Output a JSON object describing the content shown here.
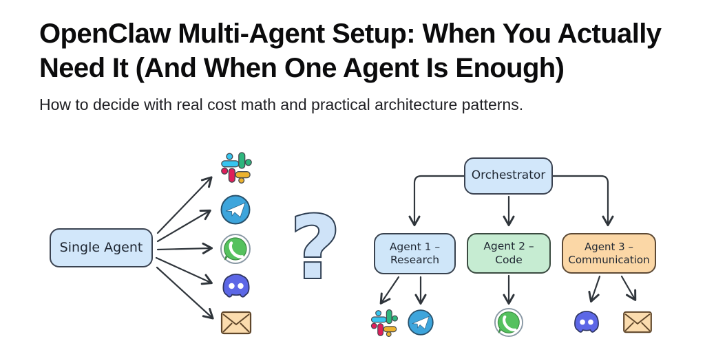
{
  "header": {
    "title_line1": "OpenClaw Multi-Agent Setup: When You Actually",
    "title_line2": "Need It (And When One Agent Is Enough)",
    "subtitle": "How to decide with real cost math and practical architecture patterns."
  },
  "diagram": {
    "question_mark": "?",
    "single_agent": {
      "label": "Single Agent"
    },
    "orchestrator": {
      "label": "Orchestrator"
    },
    "agents": [
      {
        "label": "Agent 1 –\nResearch",
        "fill": "#cfe6f9"
      },
      {
        "label": "Agent 2 –\nCode",
        "fill": "#c6ecd2"
      },
      {
        "label": "Agent 3 –\nCommunication",
        "fill": "#fbd7a6"
      }
    ],
    "channels": {
      "single_agent_targets": [
        "Slack",
        "Telegram",
        "WhatsApp",
        "Discord",
        "Email"
      ],
      "agent1_targets": [
        "Slack",
        "Telegram"
      ],
      "agent2_targets": [
        "WhatsApp"
      ],
      "agent3_targets": [
        "Discord",
        "Email"
      ]
    },
    "colors": {
      "box_blue": "#d2e7fa",
      "box_green": "#c6ecd2",
      "box_orange": "#fbd7a6",
      "arrow": "#2f353b",
      "question_fill": "#cfe3f8",
      "question_stroke": "#2e3e52",
      "slack_blue": "#36C5F0",
      "slack_green": "#2EB67D",
      "slack_red": "#E01E5A",
      "slack_yellow": "#ECB22E",
      "telegram_blue": "#3da5dc",
      "whatsapp_green": "#55c15e",
      "discord_purple": "#5c67e6",
      "email_tan": "#fbdcae"
    }
  }
}
